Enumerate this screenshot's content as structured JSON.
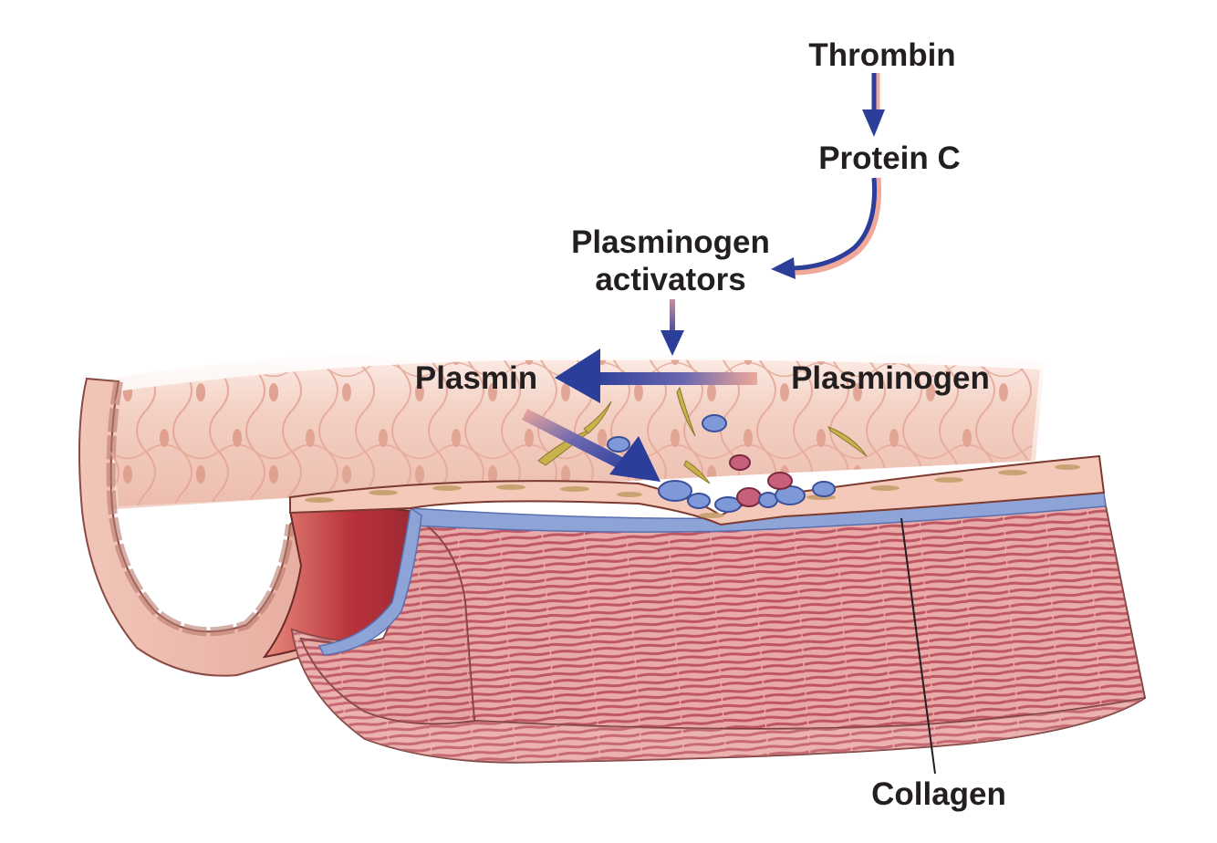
{
  "labels": {
    "thrombin": "Thrombin",
    "protein_c": "Protein C",
    "activators_line1": "Plasminogen",
    "activators_line2": "activators",
    "plasmin": "Plasmin",
    "plasminogen": "Plasminogen",
    "collagen": "Collagen"
  },
  "colors": {
    "arrow_blue": "#2b3f9a",
    "arrow_pink": "#f0a89a",
    "endothelium": "#f5c9b9",
    "muscle": "#d9808a",
    "muscle_stripe": "#b13a4e",
    "collagen_layer": "#8ea3d6",
    "cell_blue": "#7e98d8",
    "cell_pink": "#c7607a",
    "fibrin": "#c9b24a"
  }
}
